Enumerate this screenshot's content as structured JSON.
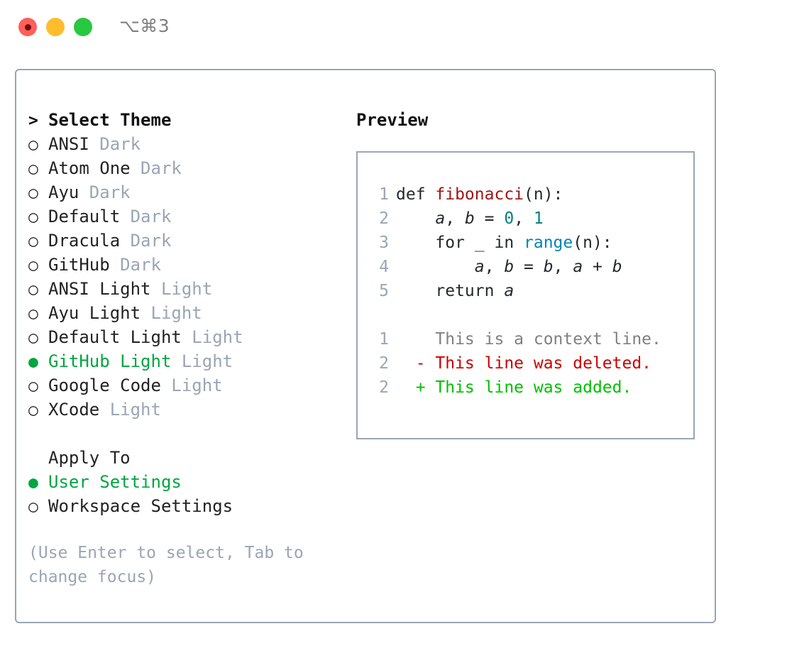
{
  "titlebar": {
    "shortcut": "⌥⌘3",
    "buttons": [
      {
        "name": "close",
        "color": "#ff5f57"
      },
      {
        "name": "minimize",
        "color": "#ffbd2e"
      },
      {
        "name": "maximize",
        "color": "#28c840"
      }
    ]
  },
  "theme_list": {
    "heading": "Select Theme",
    "heading_marker": ">",
    "marker_unselected": "○",
    "marker_selected": "●",
    "items": [
      {
        "label": "ANSI",
        "tag": "Dark",
        "selected": false
      },
      {
        "label": "Atom One",
        "tag": "Dark",
        "selected": false
      },
      {
        "label": "Ayu",
        "tag": "Dark",
        "selected": false
      },
      {
        "label": "Default",
        "tag": "Dark",
        "selected": false
      },
      {
        "label": "Dracula",
        "tag": "Dark",
        "selected": false
      },
      {
        "label": "GitHub",
        "tag": "Dark",
        "selected": false
      },
      {
        "label": "ANSI Light",
        "tag": "Light",
        "selected": false
      },
      {
        "label": "Ayu Light",
        "tag": "Light",
        "selected": false
      },
      {
        "label": "Default Light",
        "tag": "Light",
        "selected": false
      },
      {
        "label": "GitHub Light",
        "tag": "Light",
        "selected": true
      },
      {
        "label": "Google Code",
        "tag": "Light",
        "selected": false
      },
      {
        "label": "XCode",
        "tag": "Light",
        "selected": false
      }
    ]
  },
  "apply_to": {
    "heading": "Apply To",
    "options": [
      {
        "label": "User Settings",
        "selected": true
      },
      {
        "label": "Workspace Settings",
        "selected": false
      }
    ]
  },
  "hint": "(Use Enter to select, Tab to change focus)",
  "preview": {
    "title": "Preview",
    "code_lines": [
      {
        "no": "1",
        "tokens": [
          {
            "t": "def ",
            "c": "kw"
          },
          {
            "t": "fibonacci",
            "c": "fn"
          },
          {
            "t": "(n):",
            "c": "punct"
          }
        ]
      },
      {
        "no": "2",
        "tokens": [
          {
            "t": "    ",
            "c": "punct"
          },
          {
            "t": "a",
            "c": "var"
          },
          {
            "t": ", ",
            "c": "punct"
          },
          {
            "t": "b",
            "c": "var"
          },
          {
            "t": " = ",
            "c": "punct"
          },
          {
            "t": "0",
            "c": "num"
          },
          {
            "t": ", ",
            "c": "punct"
          },
          {
            "t": "1",
            "c": "num"
          }
        ]
      },
      {
        "no": "3",
        "tokens": [
          {
            "t": "    for _ in ",
            "c": "kw"
          },
          {
            "t": "range",
            "c": "bi"
          },
          {
            "t": "(n):",
            "c": "punct"
          }
        ]
      },
      {
        "no": "4",
        "tokens": [
          {
            "t": "        ",
            "c": "punct"
          },
          {
            "t": "a",
            "c": "var"
          },
          {
            "t": ", ",
            "c": "punct"
          },
          {
            "t": "b",
            "c": "var"
          },
          {
            "t": " = ",
            "c": "punct"
          },
          {
            "t": "b",
            "c": "var"
          },
          {
            "t": ", ",
            "c": "punct"
          },
          {
            "t": "a",
            "c": "var"
          },
          {
            "t": " + ",
            "c": "punct"
          },
          {
            "t": "b",
            "c": "var"
          }
        ]
      },
      {
        "no": "5",
        "tokens": [
          {
            "t": "    return ",
            "c": "kw"
          },
          {
            "t": "a",
            "c": "var"
          }
        ]
      }
    ],
    "diff_lines": [
      {
        "no": "1",
        "sign": " ",
        "text": "This is a context line.",
        "kind": "context"
      },
      {
        "no": "2",
        "sign": "-",
        "text": "This line was deleted.",
        "kind": "deleted"
      },
      {
        "no": "2",
        "sign": "+",
        "text": "This line was added.",
        "kind": "added"
      }
    ]
  },
  "colors": {
    "border": "#9aa5b5",
    "selected_green": "#00a63f",
    "muted": "#9aa5b5",
    "diff_delete": "#cc0000",
    "diff_add": "#00c000",
    "function_red": "#a31515",
    "builtin_blue": "#0086b3",
    "number_teal": "#007f7f"
  }
}
